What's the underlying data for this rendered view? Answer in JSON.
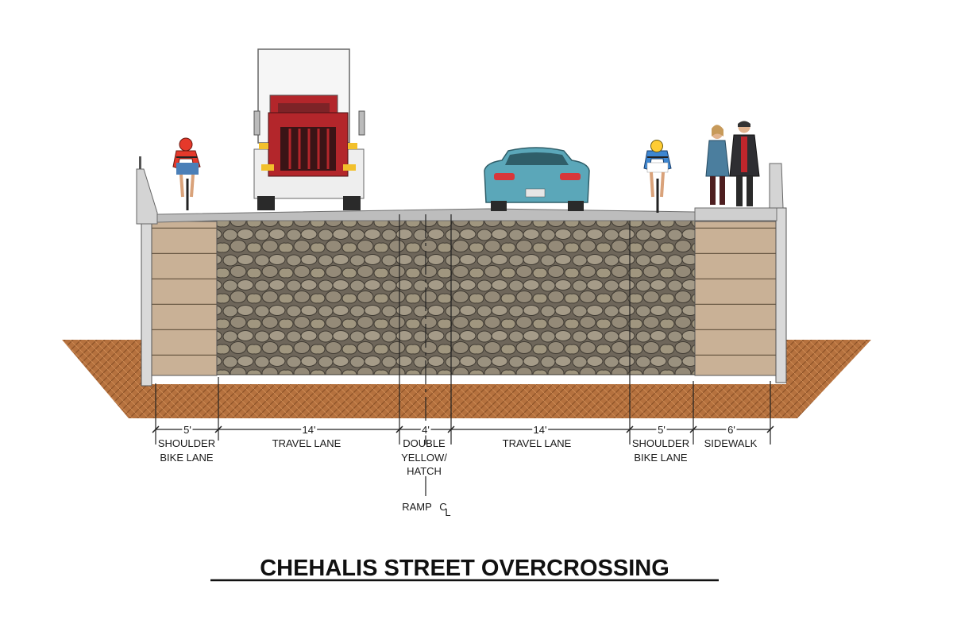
{
  "title": "CHEHALIS STREET OVERCROSSING",
  "segments": [
    {
      "width": "5'",
      "label_lines": [
        "SHOULDER",
        "BIKE LANE"
      ]
    },
    {
      "width": "14'",
      "label_lines": [
        "TRAVEL LANE"
      ]
    },
    {
      "width": "4'",
      "label_lines": [
        "DOUBLE",
        "YELLOW/",
        "HATCH"
      ]
    },
    {
      "width": "14'",
      "label_lines": [
        "TRAVEL LANE"
      ]
    },
    {
      "width": "5'",
      "label_lines": [
        "SHOULDER",
        "BIKE LANE"
      ]
    },
    {
      "width": "6'",
      "label_lines": [
        "SIDEWALK"
      ]
    }
  ],
  "centerline": {
    "label": "RAMP",
    "symbol": "C",
    "symbol_sub": "L"
  },
  "colors": {
    "soil": "#b5713e",
    "stone_wall": "#8e8473",
    "concrete": "#c9b196",
    "deck": "#bdbdbd",
    "truck": "#b3262b",
    "car": "#5ba7b9",
    "cyclist_left": "#e5392b",
    "cyclist_right": "#3d86d1"
  }
}
